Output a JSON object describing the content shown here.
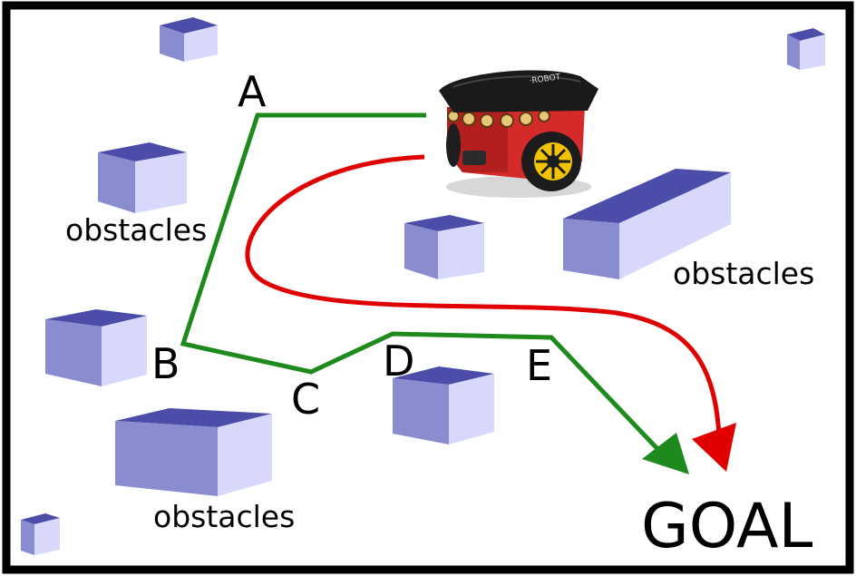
{
  "waypoints": {
    "a": "A",
    "b": "B",
    "c": "C",
    "d": "D",
    "e": "E"
  },
  "obstacle_labels": [
    "obstacles",
    "obstacles",
    "obstacles"
  ],
  "goal_label": "GOAL",
  "robot_badge": "·ROBOT",
  "colors": {
    "frame": "#000000",
    "green_path": "#1e8a1e",
    "red_path": "#e00000",
    "cube_top": "#4b4da8",
    "cube_left": "#8a8cd0",
    "cube_right": "#d7d8fb",
    "robot_body": "#d42a2a",
    "robot_top": "#1a1a1a",
    "wheel_hub": "#f2c400"
  }
}
